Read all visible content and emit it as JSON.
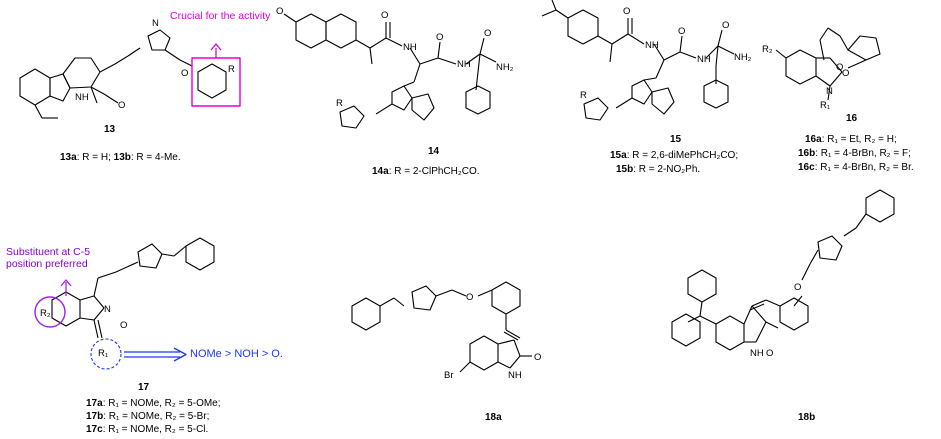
{
  "annotations": {
    "crucial": "Crucial for the activity",
    "substituent": "Substituent at C-5 position preferred",
    "trend": "NOMe > NOH > O."
  },
  "compounds": {
    "c13": {
      "id": "13",
      "variants": [
        {
          "label": "13a",
          "text": ": R = H; "
        },
        {
          "label": "13b",
          "text": ": R = 4-Me."
        }
      ]
    },
    "c14": {
      "id": "14",
      "variants": [
        {
          "label": "14a",
          "text": ": R = 2-ClPhCH₂CO."
        }
      ]
    },
    "c15": {
      "id": "15",
      "variants": [
        {
          "label": "15a",
          "text": ": R = 2,6-diMePhCH₂CO;"
        },
        {
          "label": "15b",
          "text": ": R = 2-NO₂Ph."
        }
      ]
    },
    "c16": {
      "id": "16",
      "variants": [
        {
          "label": "16a",
          "text": ": R₁ = Et, R₂ = H;"
        },
        {
          "label": "16b",
          "text": ": R₁ = 4-BrBn, R₂ = F;"
        },
        {
          "label": "16c",
          "text": ": R₁ = 4-BrBn, R₂ = Br."
        }
      ]
    },
    "c17": {
      "id": "17",
      "variants": [
        {
          "label": "17a",
          "text": ": R₁ = NOMe, R₂ = 5-OMe;"
        },
        {
          "label": "17b",
          "text": ": R₁ = NOMe, R₂ = 5-Br;"
        },
        {
          "label": "17c",
          "text": ": R₁ = NOMe, R₂ = 5-Cl."
        }
      ]
    },
    "c18a": {
      "id": "18a"
    },
    "c18b": {
      "id": "18b"
    }
  },
  "atom_labels": {
    "O": "O",
    "N": "N",
    "NH": "NH",
    "NH2": "NH₂",
    "R": "R",
    "R1": "R₁",
    "R2": "R₂",
    "Br": "Br",
    "H": "H"
  },
  "colors": {
    "pink": "#e000e0",
    "violet": "#8a00d4",
    "blue": "#1a37ff",
    "bond": "#000000"
  }
}
